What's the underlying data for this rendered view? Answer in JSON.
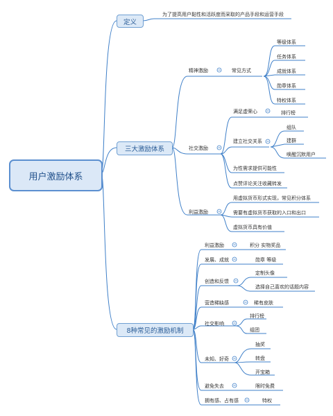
{
  "root": "用户激励体系",
  "definition": {
    "title": "定义",
    "text": "为了提高用户黏性和活跃度而采取的产品手段和运营手段"
  },
  "three_systems": {
    "title": "三大激励体系",
    "spirit": {
      "title": "精神激励",
      "common": {
        "title": "常见方式",
        "items": [
          "等级体系",
          "任务体系",
          "成就体系",
          "勋章体系",
          "特权体系"
        ]
      }
    },
    "social": {
      "title": "社交激励",
      "vanity": {
        "title": "满足虚荣心",
        "item": "排行榜"
      },
      "relation": {
        "title": "建立社交关系",
        "items": [
          "组队",
          "建群",
          "唤醒沉默用户"
        ]
      },
      "needs": "为性需求提供可能性",
      "likes": "点赞评论关注收藏转发"
    },
    "benefit": {
      "title": "利益激励",
      "items": [
        "用虚拟货币形式实现，常见积分体系",
        "需要有虚拟货币获取的入口和出口",
        "虚拟货币具有价值"
      ]
    }
  },
  "eight_mechanisms": {
    "title": "8种常见的激励机制",
    "items": [
      {
        "label": "利益激励",
        "children": [
          "积分 实物奖品"
        ]
      },
      {
        "label": "发展、成就",
        "children": [
          "勋章 等级"
        ]
      },
      {
        "label": "创造和反馈",
        "children": [
          "定制头像",
          "选择自己喜欢的话题内容"
        ]
      },
      {
        "label": "营造稀缺感",
        "children": [
          "稀有皮肤"
        ]
      },
      {
        "label": "社交影响",
        "children": [
          "排行榜",
          "组团"
        ]
      },
      {
        "label": "未知、好奇",
        "children": [
          "抽奖",
          "转盘",
          "开宝箱"
        ]
      },
      {
        "label": "避免失去",
        "children": [
          "限时免费"
        ]
      },
      {
        "label": "拥有感、占有感",
        "children": [
          "特权"
        ]
      }
    ]
  },
  "colors": {
    "line": "#3e7fc8",
    "box_fill": "#dce9f7",
    "box_border": "#6f9fd2",
    "text": "#333333"
  }
}
